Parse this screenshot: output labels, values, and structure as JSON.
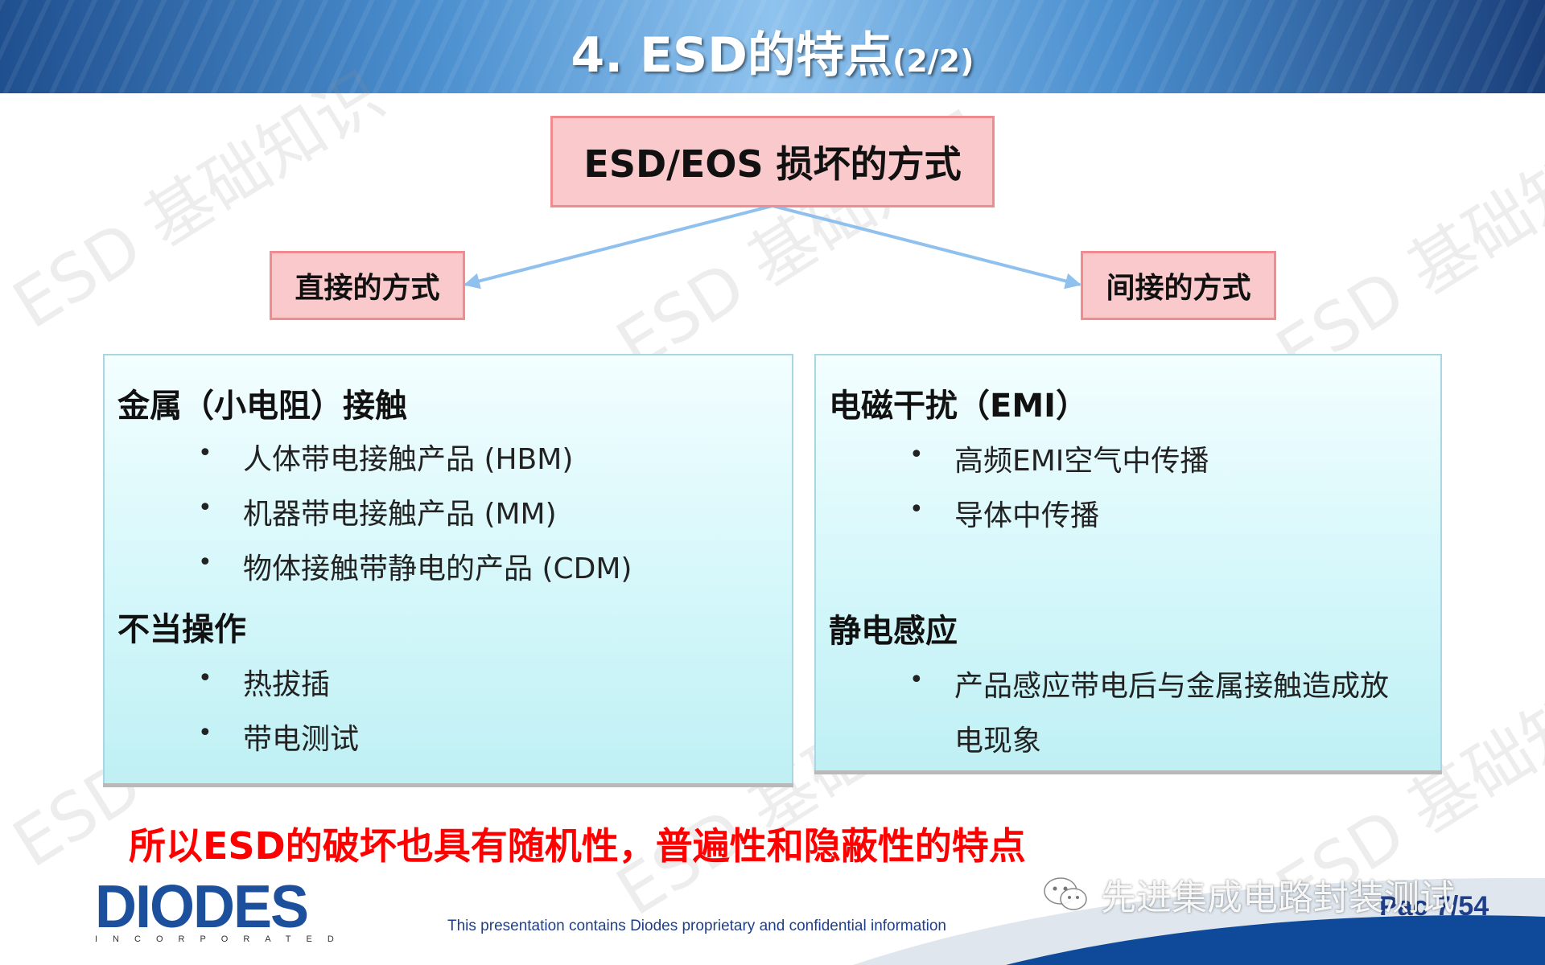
{
  "header": {
    "title_main": "4. ESD的特点",
    "title_sub": "(2/2)"
  },
  "diagram": {
    "root": "ESD/EOS 损坏的方式",
    "left": "直接的方式",
    "right": "间接的方式"
  },
  "left_panel": {
    "group1_heading": "金属（小电阻）接触",
    "group1_items": [
      "人体带电接触产品 (HBM)",
      "机器带电接触产品 (MM)",
      "物体接触带静电的产品 (CDM)"
    ],
    "group2_heading": "不当操作",
    "group2_items": [
      "热拔插",
      "带电测试"
    ]
  },
  "right_panel": {
    "group1_heading": "电磁干扰（EMI）",
    "group1_items": [
      "高频EMI空气中传播",
      "导体中传播"
    ],
    "group2_heading": "静电感应",
    "group2_items": [
      "产品感应带电后与金属接触造成放",
      "电现象"
    ]
  },
  "bullet_char": "•",
  "conclusion": "所以ESD的破坏也具有随机性，普遍性和隐蔽性的特点",
  "watermark": "ESD 基础知识",
  "footer": {
    "logo": "DIODES",
    "logo_sub": "INCORPORATED",
    "notice": "This presentation contains Diodes proprietary and confidential information",
    "wechat_account": "先进集成电路封装测试",
    "page": "Pac 7/54"
  },
  "colors": {
    "pink_fill": "#f9c9cb",
    "pink_border": "#f08b8f",
    "panel_fill": "#d4f7fa",
    "arrow": "#8fc0ee",
    "conclusion": "#ff0000",
    "brand_blue": "#1c4f9c"
  }
}
